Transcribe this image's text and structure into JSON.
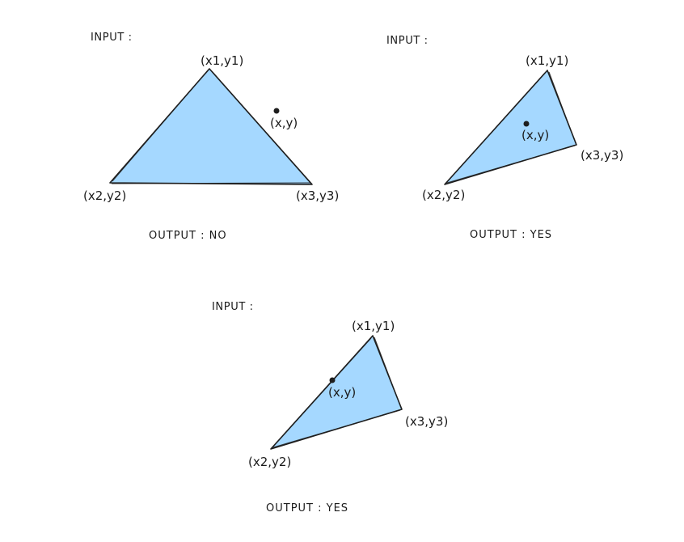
{
  "examples": [
    {
      "input_label": "INPUT :",
      "v1_label": "(x1,y1)",
      "v2_label": "(x2,y2)",
      "v3_label": "(x3,y3)",
      "point_label": "(x,y)",
      "output_label": "OUTPUT : NO"
    },
    {
      "input_label": "INPUT :",
      "v1_label": "(x1,y1)",
      "v2_label": "(x2,y2)",
      "v3_label": "(x3,y3)",
      "point_label": "(x,y)",
      "output_label": "OUTPUT : YES"
    },
    {
      "input_label": "INPUT :",
      "v1_label": "(x1,y1)",
      "v2_label": "(x2,y2)",
      "v3_label": "(x3,y3)",
      "point_label": "(x,y)",
      "output_label": "OUTPUT : YES"
    }
  ],
  "colors": {
    "triangle_fill": "#a5d8ff",
    "stroke": "#1e1e1e"
  }
}
